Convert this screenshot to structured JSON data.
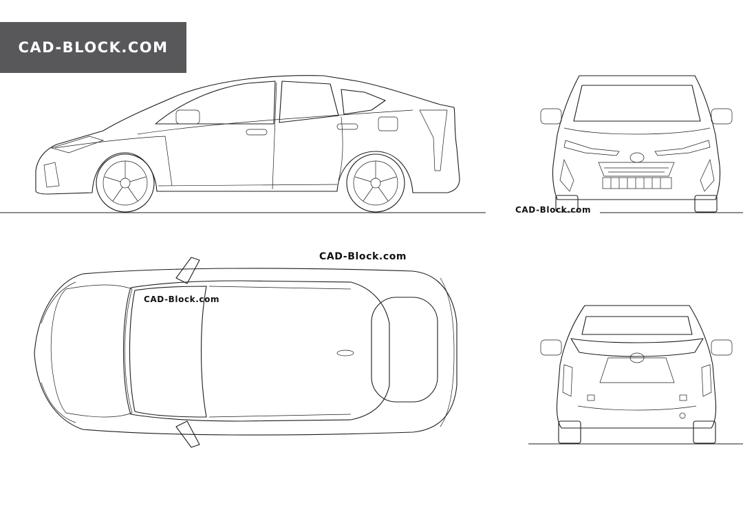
{
  "watermarks": {
    "badge": "CAD-BLOCK.COM",
    "top_label": "CAD-Block.com",
    "plan_label": "CAD-Block.com",
    "front_label": "CAD-Block.com"
  },
  "colors": {
    "badge_bg": "#58585a",
    "line": "#1a1a1a",
    "background": "#ffffff"
  }
}
